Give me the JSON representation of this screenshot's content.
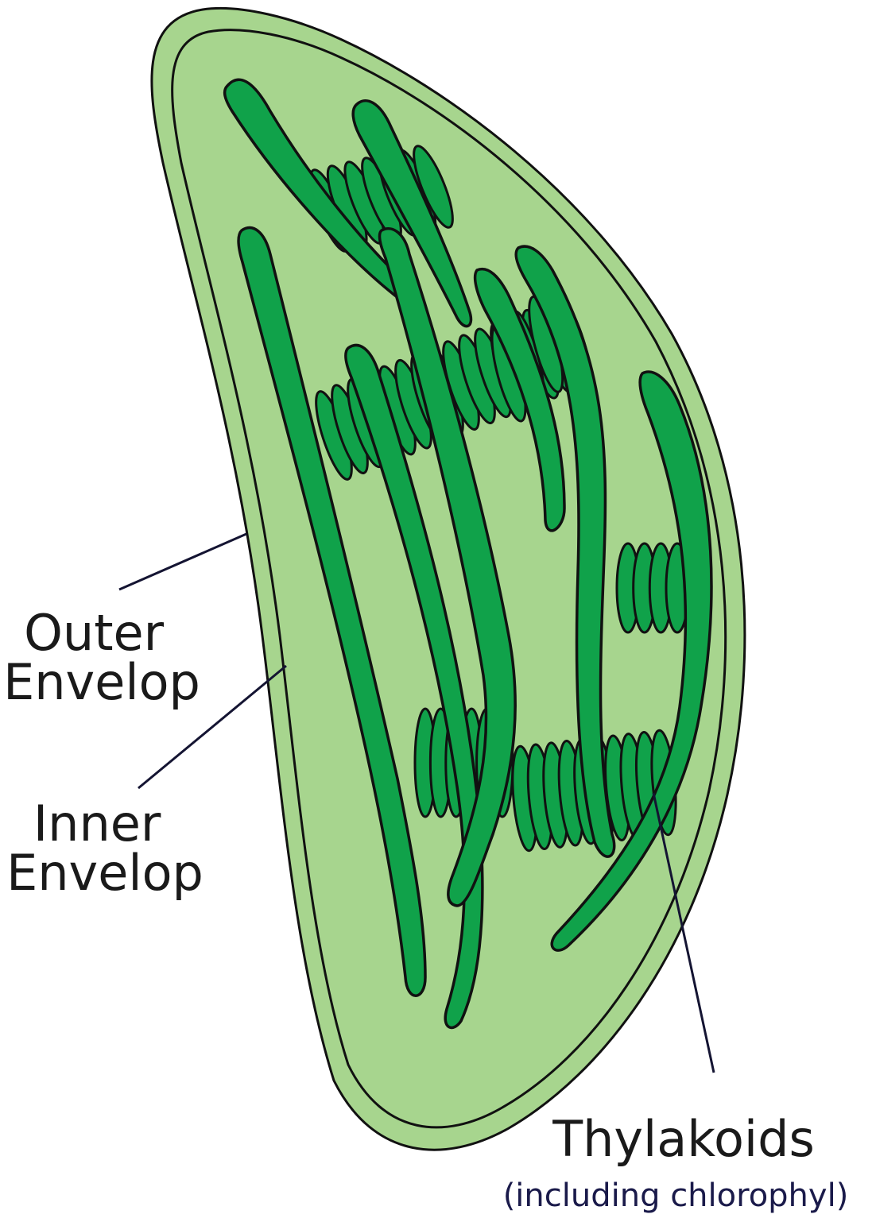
{
  "labels": {
    "outer_envelope": [
      "Outer",
      "Envelop"
    ],
    "inner_envelope": [
      "Inner",
      "Envelop"
    ],
    "thylakoids": "Thylakoids",
    "thylakoids_note": "(including chlorophyl)"
  },
  "colors": {
    "stroma": "#a7d58e",
    "thylakoid": "#10a24a",
    "outline": "#111111",
    "leader_line": "#141432"
  }
}
